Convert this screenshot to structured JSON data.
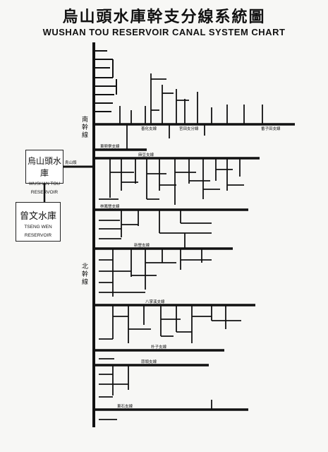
{
  "header": {
    "title_zh": "烏山頭水庫幹支分線系統圖",
    "title_en": "WUSHAN TOU RESERVOIR CANAL SYSTEM CHART"
  },
  "reservoirs": {
    "wushantou": {
      "name_zh": "烏山頭水庫",
      "name_en_1": "WUSHAN TOU",
      "name_en_2": "RESERVOIR"
    },
    "tsengwen": {
      "name_zh": "曾文水庫",
      "name_en_1": "TSENG WEN",
      "name_en_2": "RESERVOIR"
    }
  },
  "canals": {
    "south_main": "南幹線",
    "north_main": "北幹線",
    "branches": [
      "烏山頭",
      "善化支線",
      "官田支分線",
      "番子田支線",
      "東勢寮支線",
      "麻豆支線",
      "林鳳營支線",
      "新營支線",
      "八掌溪支線",
      "朴子支線",
      "蒜頭支線",
      "東石支線"
    ]
  }
}
